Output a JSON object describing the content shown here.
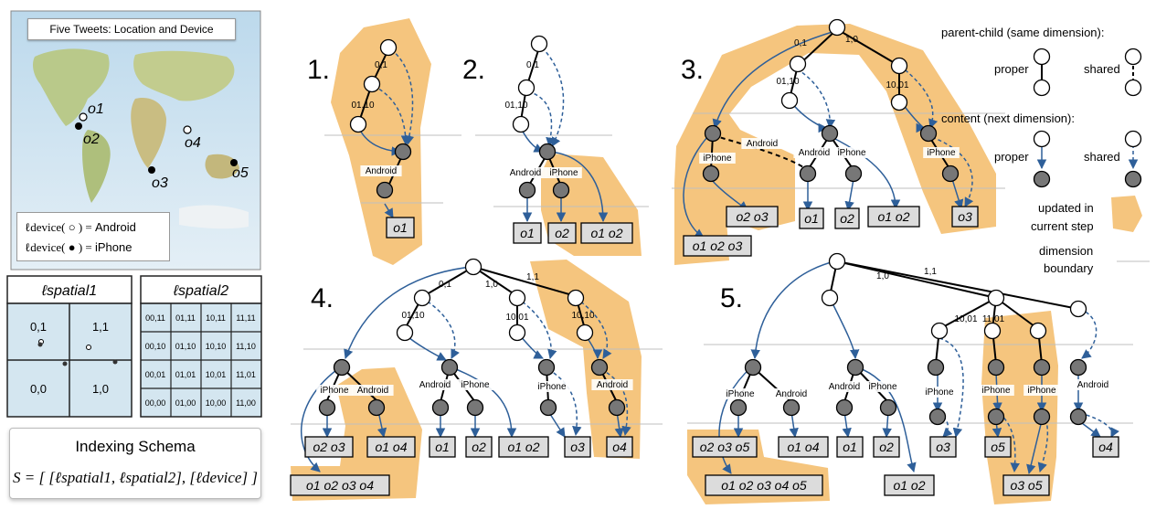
{
  "map": {
    "title": "Five Tweets: Location and Device",
    "legend": {
      "android_prefix": "ℓdevice( ○ ) = ",
      "android_value": "Android",
      "iphone_prefix": "ℓdevice( ● ) = ",
      "iphone_value": "iPhone"
    },
    "objects": [
      "o1",
      "o2",
      "o3",
      "o4",
      "o5"
    ]
  },
  "grids": {
    "spatial1": {
      "title": "ℓspatial1",
      "cells": [
        "0,1",
        "1,1",
        "0,0",
        "1,0"
      ]
    },
    "spatial2": {
      "title": "ℓspatial2",
      "cells": [
        "00,11",
        "01,11",
        "10,11",
        "11,11",
        "00,10",
        "01,10",
        "10,10",
        "11,10",
        "00,01",
        "01,01",
        "10,01",
        "11,01",
        "00,00",
        "01,00",
        "10,00",
        "11,00"
      ]
    }
  },
  "schema": {
    "title": "Indexing Schema",
    "formula": "S = [ [ℓspatial1, ℓspatial2], [ℓdevice] ]"
  },
  "steps": {
    "s1": {
      "label": "1.",
      "edge_labels": [
        "0,1",
        "01,10"
      ],
      "node_labels": [
        "Android"
      ],
      "leaves": [
        "o1"
      ]
    },
    "s2": {
      "label": "2.",
      "edge_labels": [
        "0,1",
        "01,10"
      ],
      "node_labels": [
        "Android",
        "iPhone"
      ],
      "leaves": [
        "o1",
        "o2",
        "o1 o2"
      ]
    },
    "s3": {
      "label": "3.",
      "edge_labels": [
        "0,1",
        "1,0",
        "01,10",
        "10,01"
      ],
      "node_labels": [
        "Android",
        "Android",
        "iPhone",
        "iPhone",
        "iPhone"
      ],
      "leaves": [
        "o2 o3",
        "o1",
        "o2",
        "o1 o2",
        "o3",
        "o1 o2 o3"
      ]
    },
    "s4": {
      "label": "4.",
      "edge_labels": [
        "0,1",
        "1,0",
        "1,1",
        "01,10",
        "10,01",
        "10,10"
      ],
      "node_labels": [
        "iPhone",
        "Android",
        "Android",
        "iPhone",
        "iPhone",
        "Android"
      ],
      "leaves": [
        "o2 o3",
        "o1 o4",
        "o1",
        "o2",
        "o1 o2",
        "o3",
        "o4",
        "o1 o2 o3 o4"
      ]
    },
    "s5": {
      "label": "5.",
      "edge_labels": [
        "1,0",
        "1,1",
        "10,01",
        "11,01"
      ],
      "node_labels": [
        "iPhone",
        "Android",
        "Android",
        "iPhone",
        "iPhone",
        "iPhone",
        "iPhone",
        "Android"
      ],
      "leaves": [
        "o2 o3 o5",
        "o1 o4",
        "o1",
        "o2",
        "o3",
        "o5",
        "o4",
        "o1 o2 o3 o4 o5",
        "o1 o2",
        "o3 o5"
      ]
    }
  },
  "legend": {
    "parent_child": "parent-child (same dimension):",
    "content": "content (next dimension):",
    "proper": "proper",
    "shared": "shared",
    "updated_line1": "updated in",
    "updated_line2": "current step",
    "boundary_line1": "dimension",
    "boundary_line2": "boundary"
  },
  "colors": {
    "highlight": "#f5c57e",
    "edge_blue": "#2e5f99",
    "node_gray": "#777777",
    "leaf_fill": "#dcdcdc"
  }
}
